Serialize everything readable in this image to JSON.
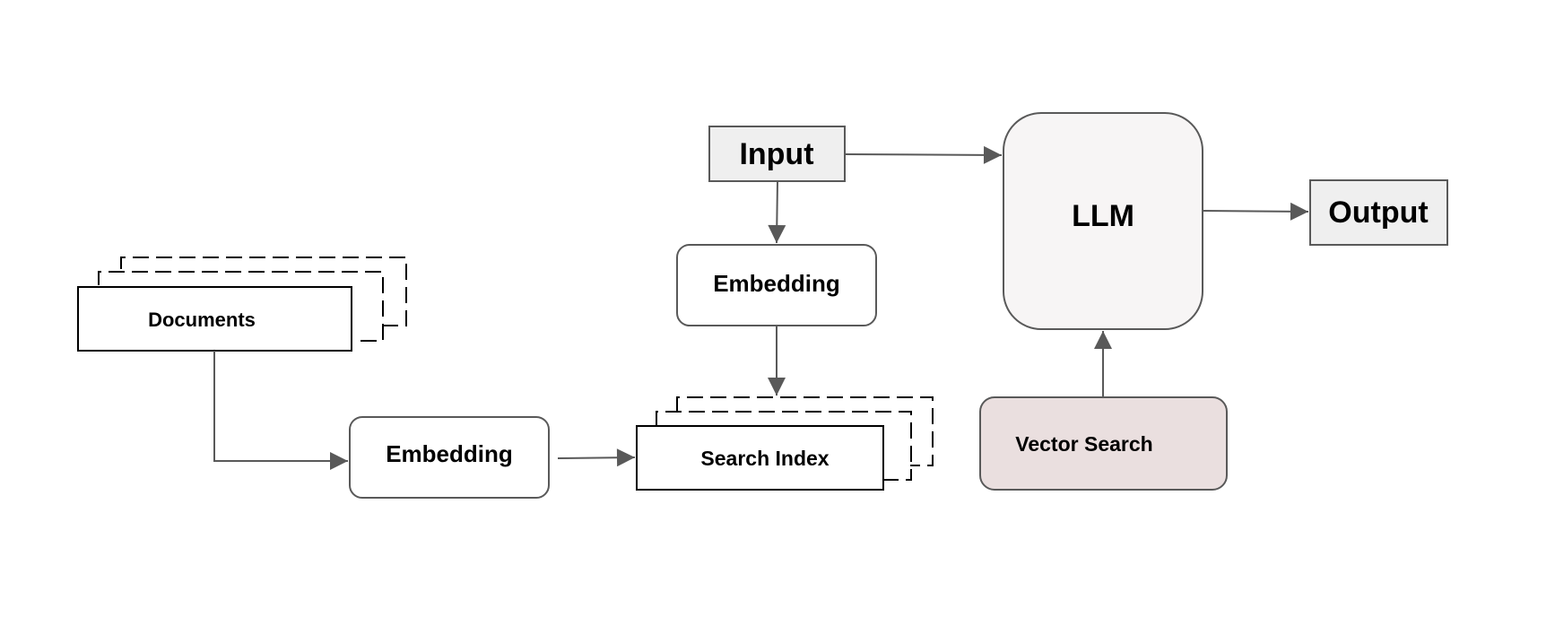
{
  "diagram": {
    "colors": {
      "stroke": "#595959",
      "stroke_dark": "#000000",
      "box_fill_gray": "#efefef",
      "llm_fill": "#f7f5f5",
      "vector_search_fill": "#eadfdf",
      "white": "#ffffff"
    },
    "nodes": {
      "documents": {
        "label": "Documents"
      },
      "embedding_left": {
        "label": "Embedding"
      },
      "search_index": {
        "label": "Search Index"
      },
      "input": {
        "label": "Input"
      },
      "embedding_top": {
        "label": "Embedding"
      },
      "llm": {
        "label": "LLM"
      },
      "output": {
        "label": "Output"
      },
      "vector_search": {
        "label": "Vector Search"
      }
    }
  }
}
